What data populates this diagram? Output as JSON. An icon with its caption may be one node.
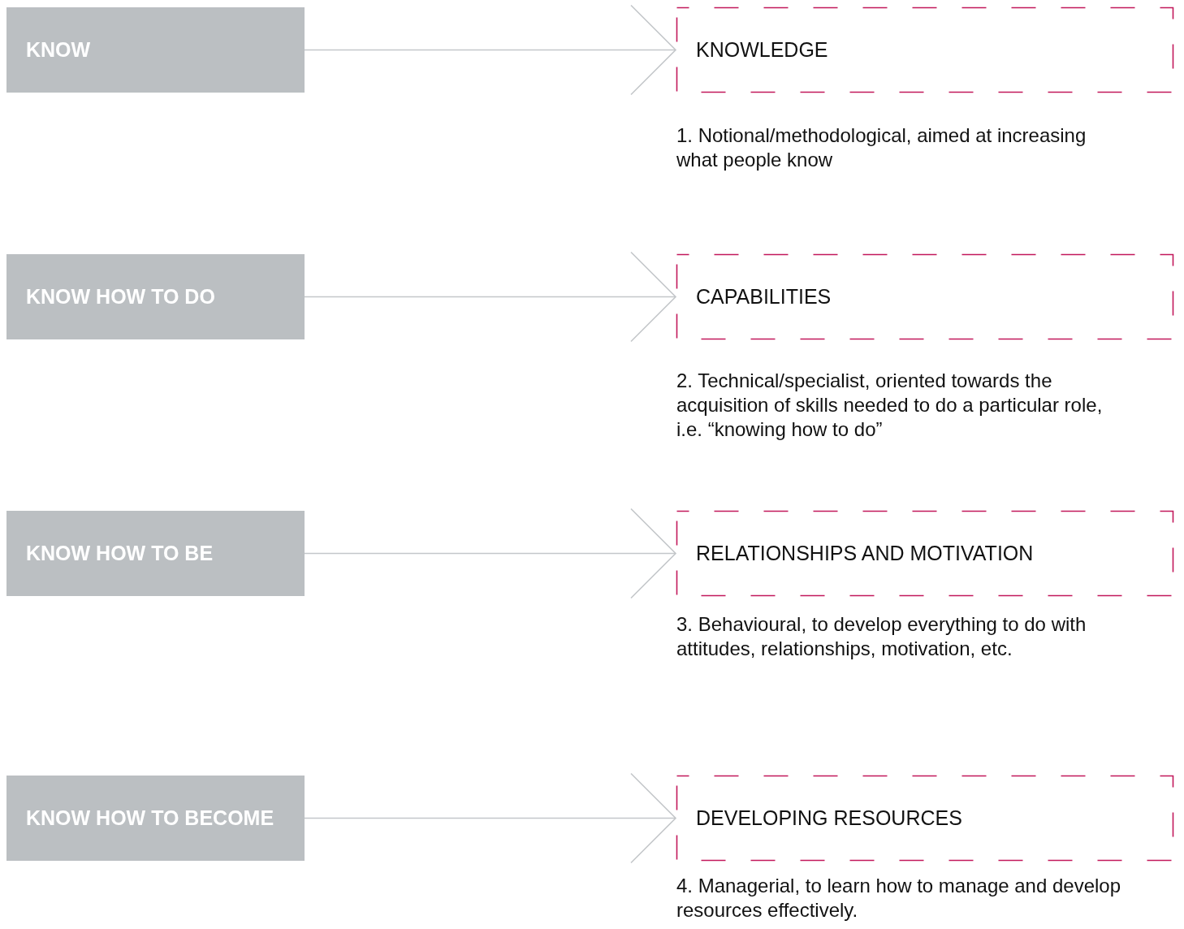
{
  "diagram": {
    "nodes": [
      {
        "text": [
          "KNOW"
        ]
      },
      {
        "text": [
          "KNOWLEDGE"
        ],
        "beside": [
          "1. Notional/methodological, aimed at increasing what people know"
        ]
      },
      {
        "text": [
          "KNOW HOW TO DO"
        ]
      },
      {
        "text": [
          "CAPABILITIES"
        ],
        "beside": [
          "2. Technical/specialist, oriented towards the acquisition of skills needed to do a particular role, i.e. “knowing how to do”"
        ]
      },
      {
        "text": [
          "KNOW HOW TO BE"
        ]
      },
      {
        "text": [
          "RELATIONSHIPS AND MOTIVATION"
        ],
        "beside": [
          "3. Behavioural, to develop everything to do with attitudes, relationships, motivation, etc."
        ]
      },
      {
        "text": [
          "KNOW HOW TO BECOME"
        ]
      },
      {
        "text": [
          "DEVELOPING RESOURCES"
        ],
        "beside": [
          "4. Managerial, to learn how to manage and develop resources effectively."
        ]
      }
    ],
    "edges": [
      {
        "from": 0,
        "to": 1,
        "arrow": "to"
      },
      {
        "from": 2,
        "to": 3,
        "arrow": "to"
      },
      {
        "from": 4,
        "to": 5,
        "arrow": "to"
      },
      {
        "from": 6,
        "to": 7,
        "arrow": "to"
      }
    ]
  }
}
